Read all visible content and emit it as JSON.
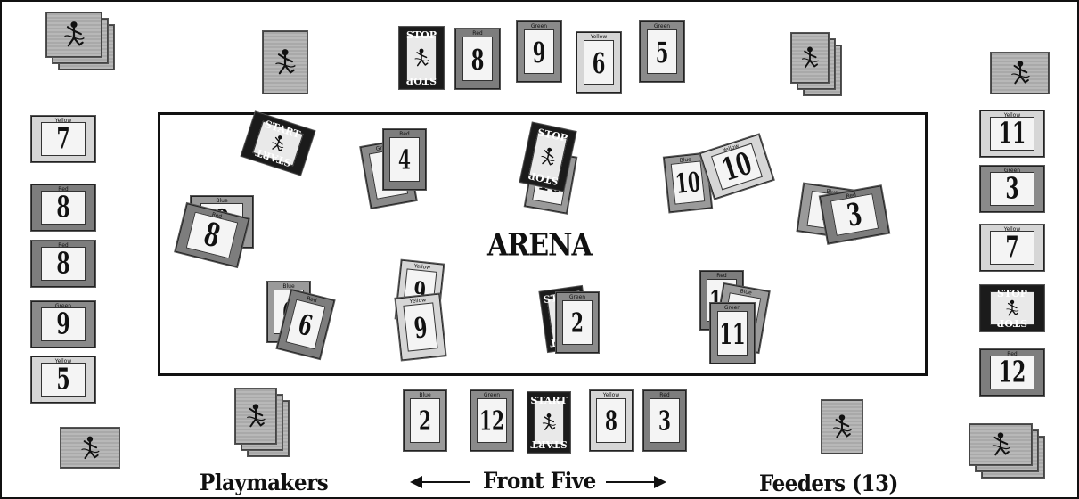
{
  "arena": {
    "label": "ARENA"
  },
  "captions": {
    "playmakers": "Playmakers",
    "front_five": "Front Five",
    "feeders": "Feeders (13)"
  },
  "colors": {
    "red": "#7d7d7d",
    "blue": "#9a9a9a",
    "green": "#8a8a8a",
    "yellow": "#d6d6d6",
    "black": "#1b1b1b"
  },
  "start_card": {
    "top": "START",
    "bottom": "START",
    "small_top": "Start"
  },
  "stop_card": {
    "top": "STOP",
    "bottom": "STOP",
    "small_side": "Stop"
  },
  "card_tags": {
    "red": "Red",
    "blue": "Blue",
    "green": "Green",
    "yellow": "Yellow"
  },
  "top_row_cards": [
    "8",
    "9",
    "6",
    "5"
  ],
  "front_five_cards": [
    "2",
    "12",
    "8",
    "3"
  ],
  "left_column_cards": [
    "7",
    "8",
    "8",
    "9",
    "5"
  ],
  "right_column_cards": [
    "11",
    "3",
    "7",
    "12"
  ],
  "arena_piles": [
    {
      "cards": [
        "4"
      ]
    },
    {
      "cards": [
        "10"
      ]
    },
    {
      "cards": [
        "8"
      ]
    },
    {
      "cards": [
        "3"
      ]
    },
    {
      "cards": [
        "6"
      ]
    },
    {
      "cards": [
        "9"
      ]
    },
    {
      "cards": [
        "2"
      ]
    },
    {
      "cards": [
        "11"
      ]
    }
  ]
}
